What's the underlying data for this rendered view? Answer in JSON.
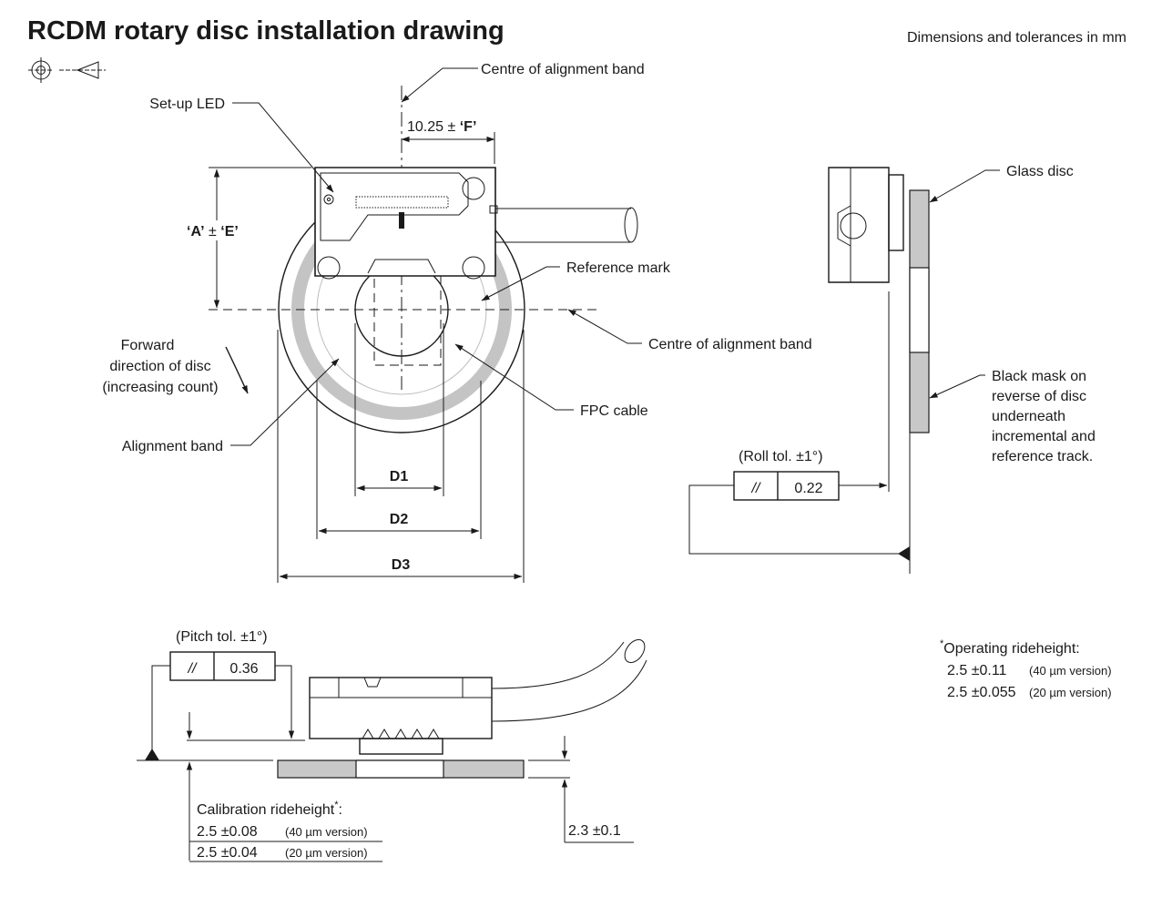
{
  "title": "RCDM rotary disc installation drawing",
  "units_note": "Dimensions and tolerances in mm",
  "labels": {
    "centre_top": "Centre of alignment band",
    "centre_right": "Centre of alignment band",
    "setup_led": "Set-up LED",
    "offset_dim_num": "10.25 ±",
    "offset_dim_f": "‘F’",
    "dim_a_1": "‘A’",
    "dim_a_2": "±",
    "dim_a_3": "‘E’",
    "reference_mark": "Reference mark",
    "forward_1": "Forward",
    "forward_2": "direction of disc",
    "forward_3": "(increasing count)",
    "fpc_cable": "FPC cable",
    "alignment_band": "Alignment band",
    "d1": "D1",
    "d2": "D2",
    "d3": "D3",
    "glass_disc": "Glass disc",
    "mask_1": "Black mask on",
    "mask_2": "reverse of disc",
    "mask_3": "underneath",
    "mask_4": "incremental and",
    "mask_5": "reference track."
  },
  "roll": {
    "label": "(Roll tol. ±1°)",
    "symbol": "//",
    "value": "0.22"
  },
  "pitch": {
    "label": "(Pitch tol. ±1°)",
    "symbol": "//",
    "value": "0.36"
  },
  "operating": {
    "star": "*",
    "title": "Operating rideheight:",
    "row1_value": "2.5 ±0.11",
    "row1_note": "(40 µm version)",
    "row2_value": "2.5 ±0.055",
    "row2_note": "(20 µm version)"
  },
  "calibration": {
    "title": "Calibration rideheight",
    "star": "*",
    "colon": ":",
    "row1_value": "2.5 ±0.08",
    "row1_note": "(40 µm version)",
    "row2_value": "2.5 ±0.04",
    "row2_note": "(20 µm version)"
  },
  "disc_gap": "2.3 ±0.1",
  "colors": {
    "ink": "#1a1a1a",
    "band": "#c4c4c4",
    "disc": "#c8c8c8",
    "background": "#ffffff"
  },
  "icons": [
    "projection-symbol-icon",
    "led-icon"
  ]
}
